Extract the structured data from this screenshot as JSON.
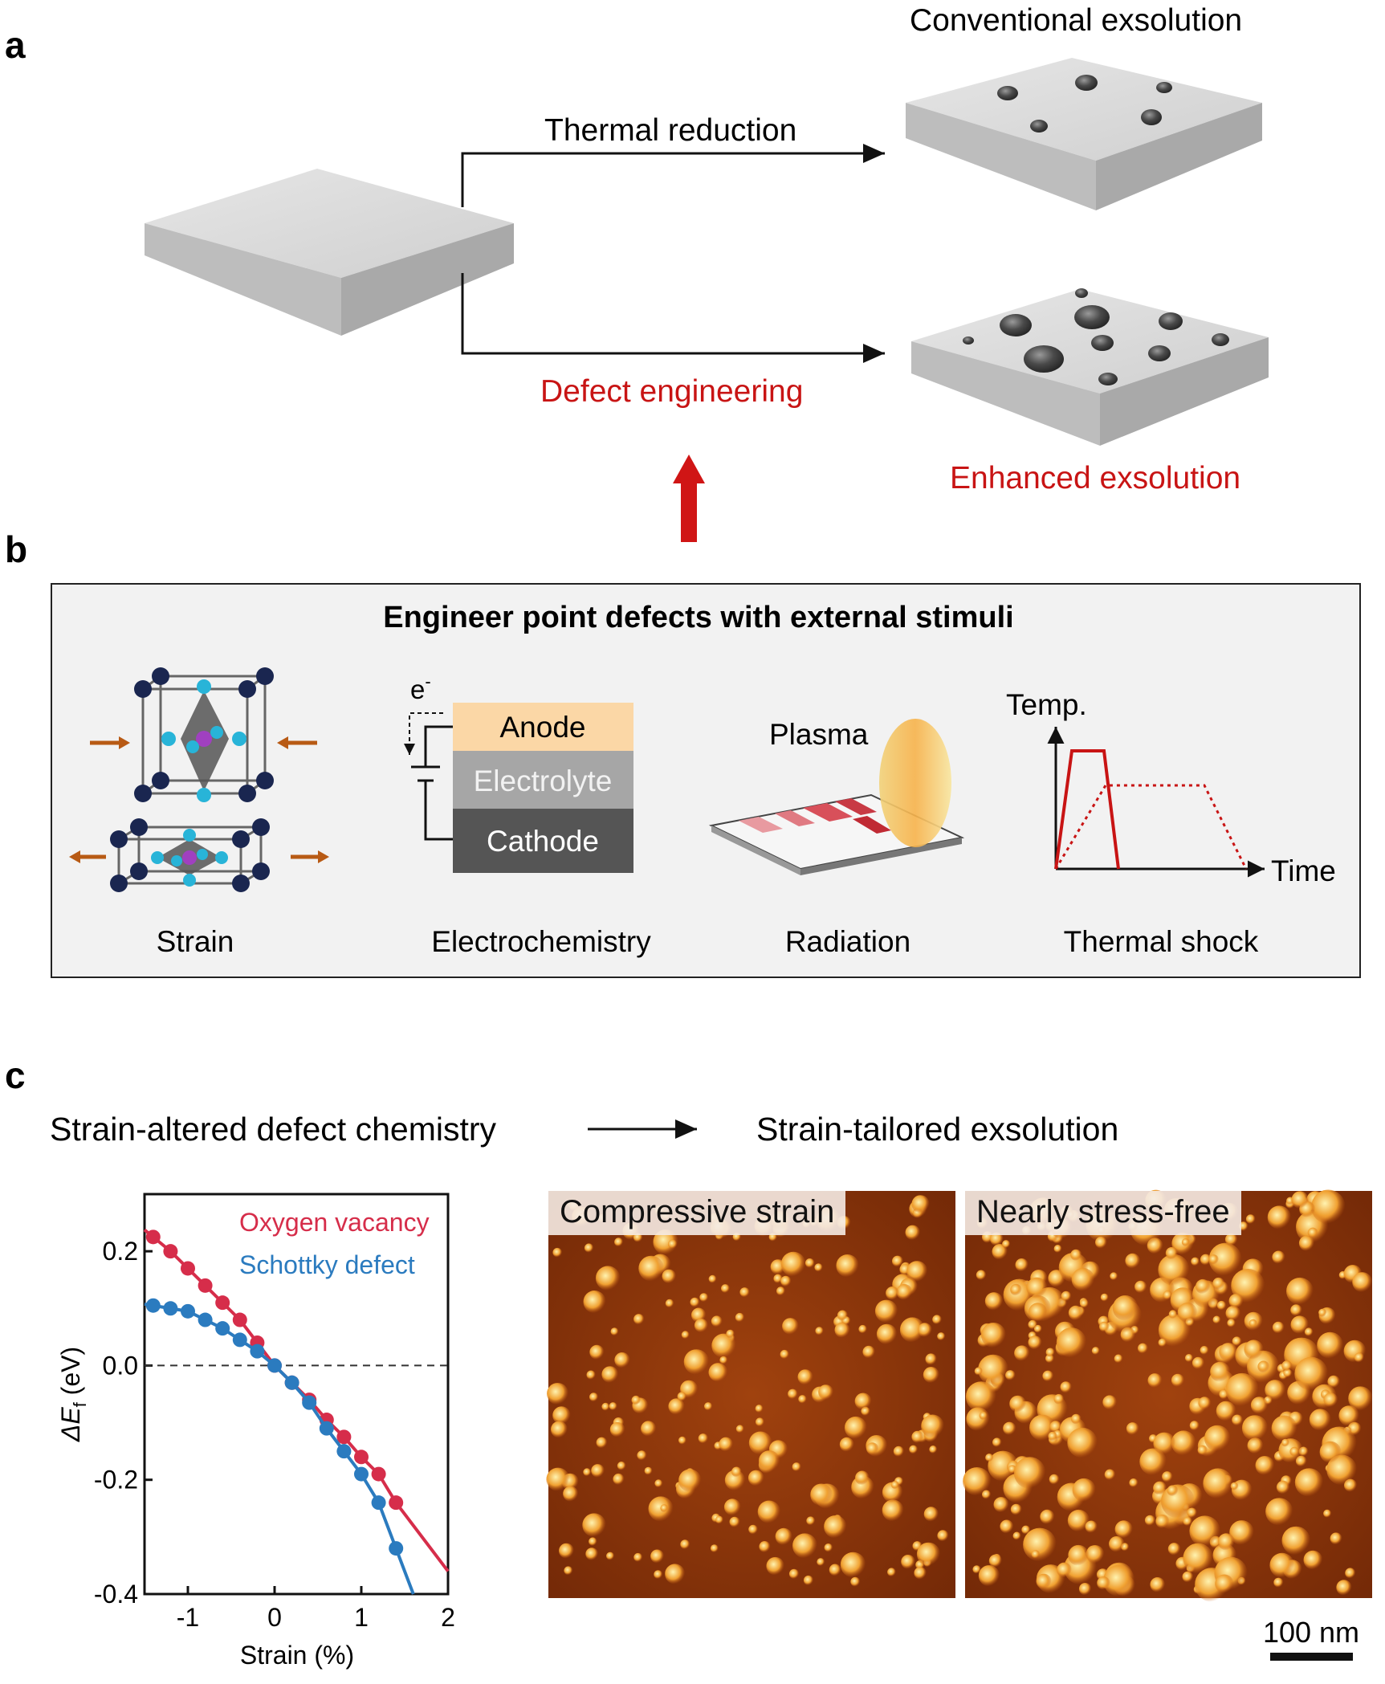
{
  "panel_a": {
    "letter": "a",
    "top_result": "Conventional exsolution",
    "top_process": "Thermal reduction",
    "bottom_process": "Defect engineering",
    "bottom_result": "Enhanced exsolution"
  },
  "panel_b": {
    "letter": "b",
    "title": "Engineer point defects with external stimuli",
    "stimuli": [
      {
        "label": "Strain"
      },
      {
        "label": "Electrochemistry"
      },
      {
        "label": "Radiation"
      },
      {
        "label": "Thermal shock"
      }
    ],
    "electrochem": {
      "electron": "e",
      "electron_sup": "-",
      "layers": [
        "Anode",
        "Electrolyte",
        "Cathode"
      ]
    },
    "radiation": {
      "source": "Plasma"
    },
    "thermal": {
      "y_axis": "Temp.",
      "x_axis": "Time"
    }
  },
  "panel_c": {
    "letter": "c",
    "left_heading": "Strain-altered defect chemistry",
    "right_heading": "Strain-tailored exsolution",
    "afm_left": "Compressive strain",
    "afm_right": "Nearly stress-free",
    "scale_bar": "100 nm"
  },
  "chart_data": {
    "type": "line",
    "xlabel": "Strain (%)",
    "ylabel_main": "ΔE",
    "ylabel_sub": "f",
    "ylabel_unit": " (eV)",
    "xlim": [
      -1.5,
      2
    ],
    "ylim": [
      -0.4,
      0.3
    ],
    "xticks": [
      -1,
      0,
      1,
      2
    ],
    "xtick_labels": [
      "-1",
      "0",
      "1",
      "2"
    ],
    "yticks": [
      -0.4,
      -0.2,
      0.0,
      0.2
    ],
    "ytick_labels": [
      "-0.4",
      "-0.2",
      "0.0",
      "0.2"
    ],
    "zero_line": true,
    "legend_position": "top-right",
    "series": [
      {
        "name": "Oxygen vacancy",
        "color": "#d62d4a",
        "x": [
          -1.4,
          -1.2,
          -1.0,
          -0.8,
          -0.6,
          -0.4,
          -0.2,
          0.0,
          0.2,
          0.4,
          0.6,
          0.8,
          1.0,
          1.2,
          1.4
        ],
        "y": [
          0.225,
          0.2,
          0.17,
          0.14,
          0.11,
          0.08,
          0.04,
          0.0,
          -0.03,
          -0.06,
          -0.095,
          -0.125,
          -0.16,
          -0.19,
          -0.24
        ],
        "fit_end": [
          2.0,
          -0.36
        ]
      },
      {
        "name": "Schottky defect",
        "color": "#2b7bbf",
        "x": [
          -1.4,
          -1.2,
          -1.0,
          -0.8,
          -0.6,
          -0.4,
          -0.2,
          0.0,
          0.2,
          0.4,
          0.6,
          0.8,
          1.0,
          1.2,
          1.4
        ],
        "y": [
          0.105,
          0.1,
          0.095,
          0.08,
          0.065,
          0.045,
          0.025,
          0.0,
          -0.03,
          -0.065,
          -0.11,
          -0.15,
          -0.19,
          -0.24,
          -0.32
        ],
        "fit_end": [
          1.6,
          -0.4
        ]
      }
    ]
  }
}
